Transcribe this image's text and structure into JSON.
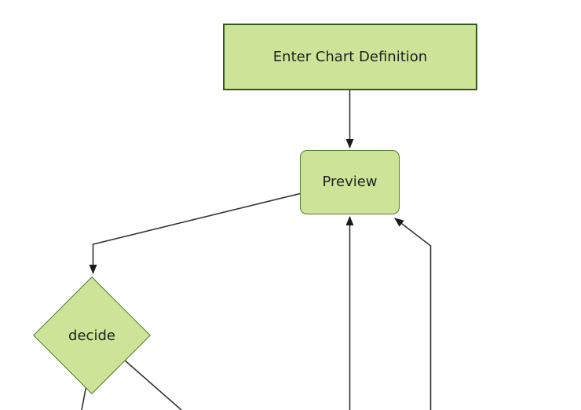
{
  "diagram": {
    "type": "flowchart",
    "background_color": "#ffffff",
    "node_fill_color": "#cde498",
    "node_border_color": "#4e7c31",
    "edge_color": "#333333",
    "arrowhead_color": "#1b1b1b",
    "text_color": "#1f2020",
    "nodes": [
      {
        "label": "Enter Chart Definition",
        "shape": "rectangle"
      },
      {
        "label": "Preview",
        "shape": "rounded-rectangle"
      },
      {
        "label": "decide",
        "shape": "diamond"
      }
    ],
    "edges": [
      {
        "from": "Enter Chart Definition",
        "to": "Preview",
        "arrowhead": true
      },
      {
        "from": "Preview",
        "to": "decide",
        "arrowhead": true
      },
      {
        "from": "decide",
        "to": "offscreen-bottom-left",
        "arrowhead": false
      },
      {
        "from": "decide",
        "to": "offscreen-bottom-right",
        "arrowhead": false
      },
      {
        "from": "offscreen-bottom",
        "to": "Preview",
        "arrowhead": true
      },
      {
        "from": "offscreen-bottom-right",
        "to": "Preview",
        "arrowhead": true
      }
    ]
  }
}
